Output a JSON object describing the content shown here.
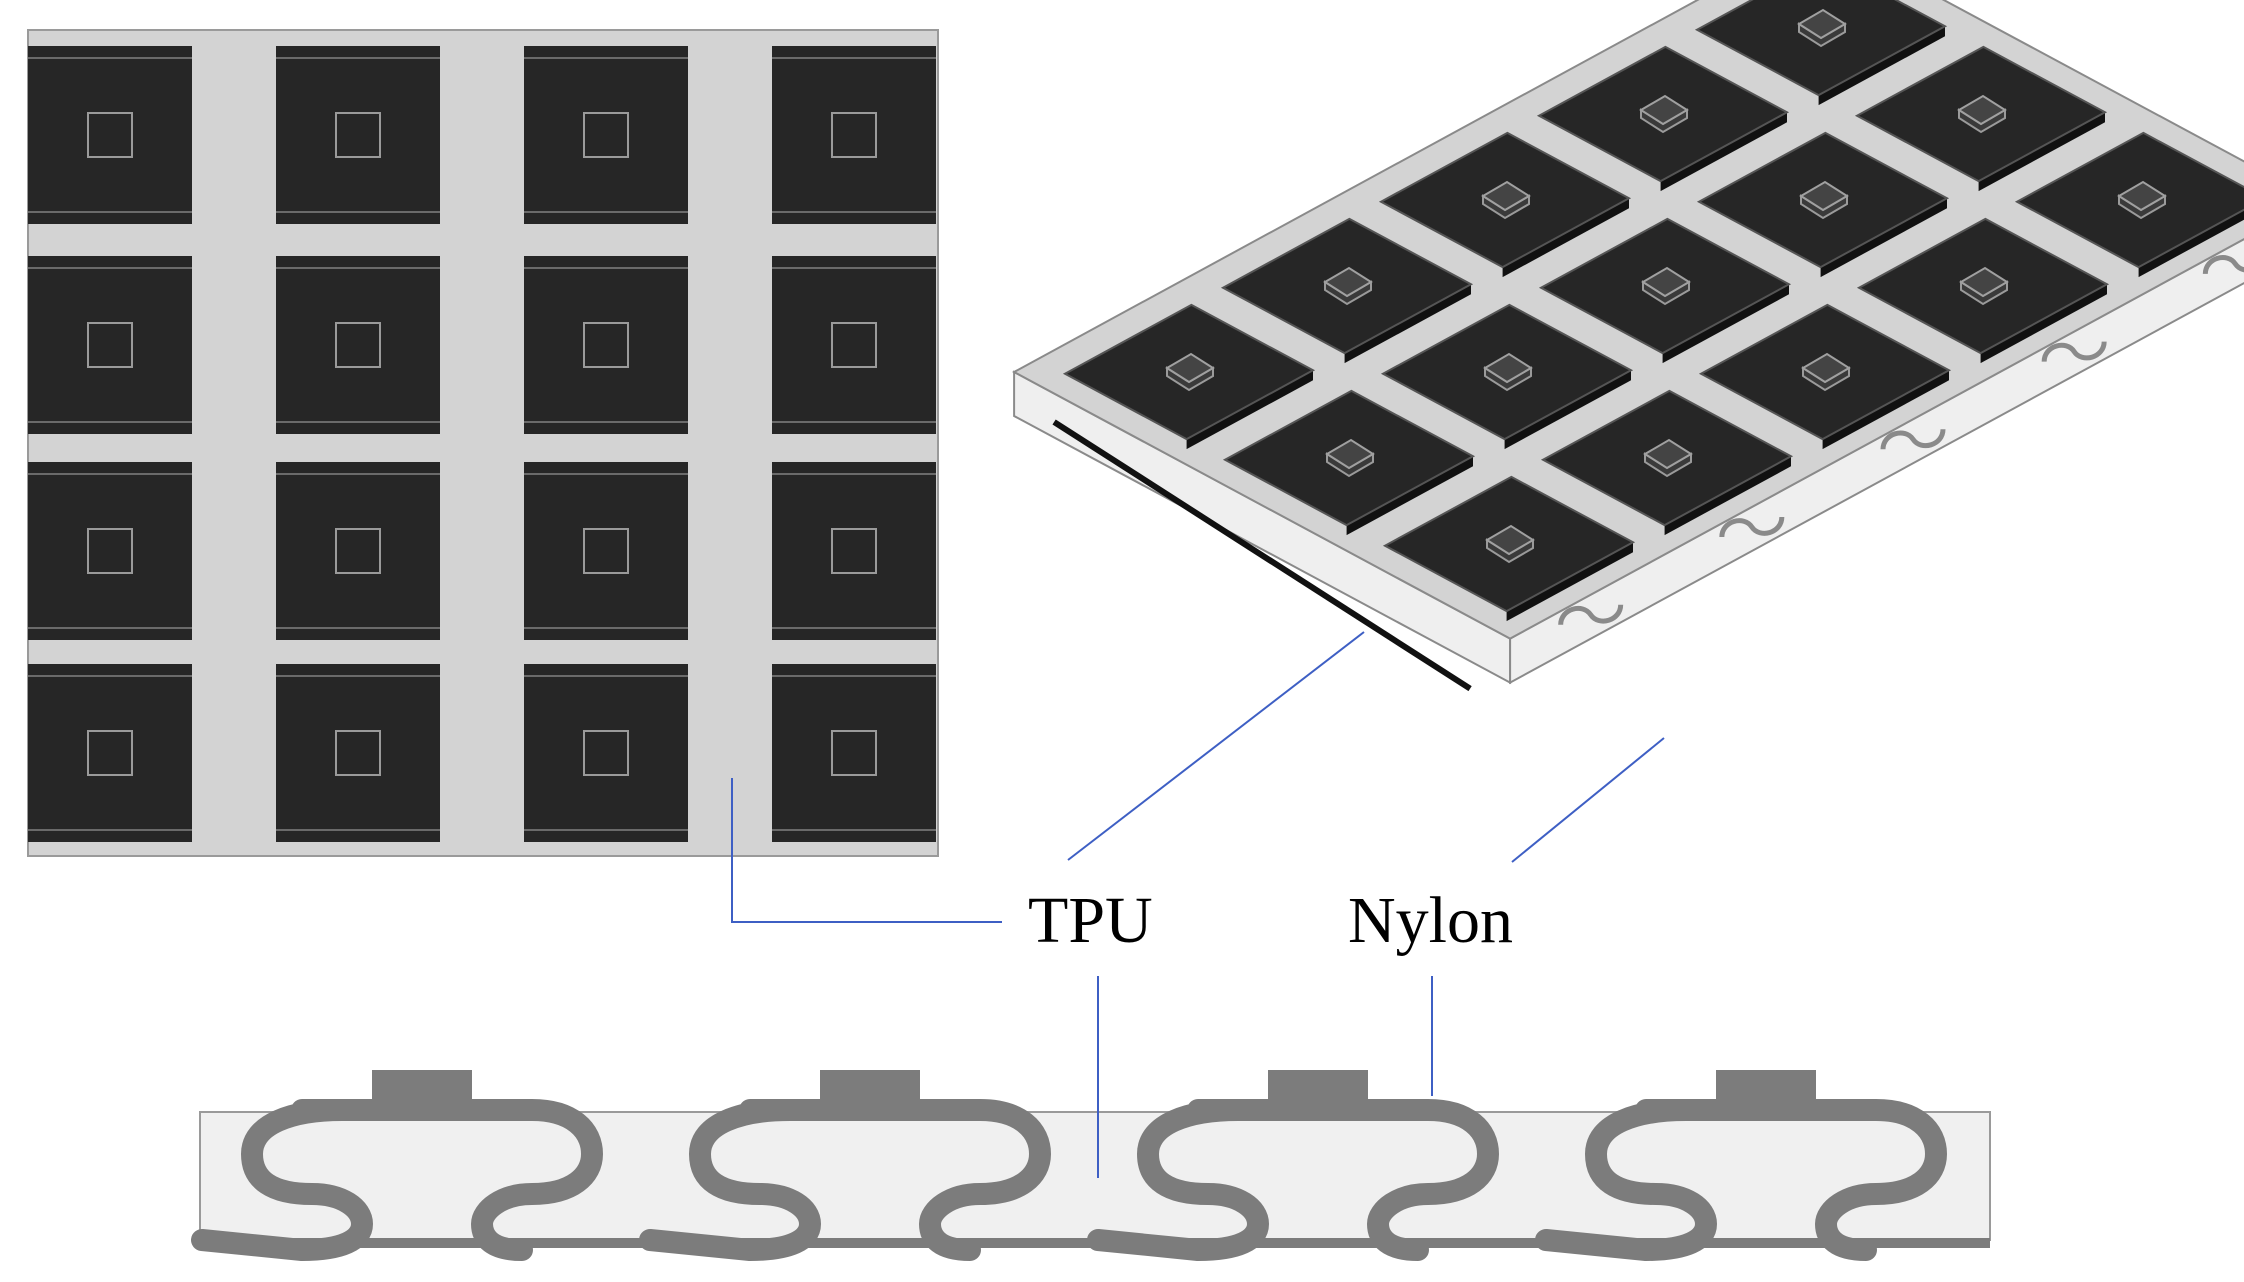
{
  "labels": {
    "tpu": "TPU",
    "nylon": "Nylon"
  },
  "colors": {
    "tpu_fill": "#d3d3d3",
    "tpu_light": "#efefef",
    "nylon_tile": "#262626",
    "nylon_strip": "#7c7c7c",
    "leader_line": "#3e5fc4"
  },
  "structure": {
    "rows": 4,
    "cols": 4,
    "isometric_rows": 3,
    "isometric_cols": 5,
    "cross_section_units": 4
  }
}
